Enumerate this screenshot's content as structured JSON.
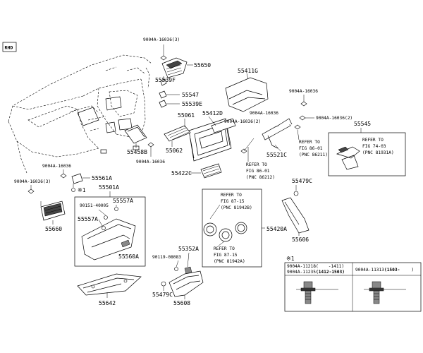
{
  "badge": "RHD",
  "labels": {
    "p9004a_16036_3_top": "9004A-16036(3)",
    "p55650": "55650",
    "p55539F": "55539F",
    "p55547": "55547",
    "p55539E": "55539E",
    "p55411G": "55411G",
    "p9004a_16036_r1": "9004A-16036",
    "p9004a_16036_r2": "9004A-16036",
    "p9004a_16036_2_r": "9004A-16036(2)",
    "p9004a_16036_2_c": "9004A-16036(2)",
    "p55061": "55061",
    "p55412D": "55412D",
    "p55458B": "55458B",
    "p55062": "55062",
    "p9004a_16036_c": "9004A-16036",
    "p55545": "55545",
    "p55521C": "55521C",
    "p55422C": "55422C",
    "p9004a_16036_l": "9004A-16036",
    "p9004a_16036_3_l": "9004A-16036(3)",
    "p55561A": "55561A",
    "mark1": "※1",
    "p55501A": "55501A",
    "p90151_40005": "90151-40005",
    "p55557A_a": "55557A",
    "p55557A_b": "55557A",
    "p55560A": "55560A",
    "p55660": "55660",
    "p55479C_r": "55479C",
    "p55606": "55606",
    "p55420A": "55420A",
    "p55352A": "55352A",
    "p90119_08083": "90119-08083",
    "p55479C_b": "55479C",
    "p55608": "55608",
    "p55642": "55642"
  },
  "refs": {
    "fig86_a": [
      "REFER TO",
      "FIG 86-01",
      "(PNC 86211)"
    ],
    "fig86_b": [
      "REFER TO",
      "FIG 86-01",
      "(PNC 86212)"
    ],
    "fig74": [
      "REFER TO",
      "FIG 74-03",
      "(PNC 81931A)"
    ],
    "fig87_b": [
      "REFER TO",
      "FIG 87-15",
      "(PNC 81942B)"
    ],
    "fig87_a": [
      "REFER TO",
      "FIG 87-15",
      "(PNC 81942A)"
    ]
  },
  "legend": {
    "mark": "※1",
    "col1_line1_part": "9004A-11218",
    "col1_line1_range_open": "(",
    "col1_line1_range_close": "-1411)",
    "col1_line2_part": "9004A-11235",
    "col1_line2_range": "(1412-1503)",
    "col2_part": "9004A-11313",
    "col2_range": "(1503-",
    "col2_range_close": ")"
  }
}
